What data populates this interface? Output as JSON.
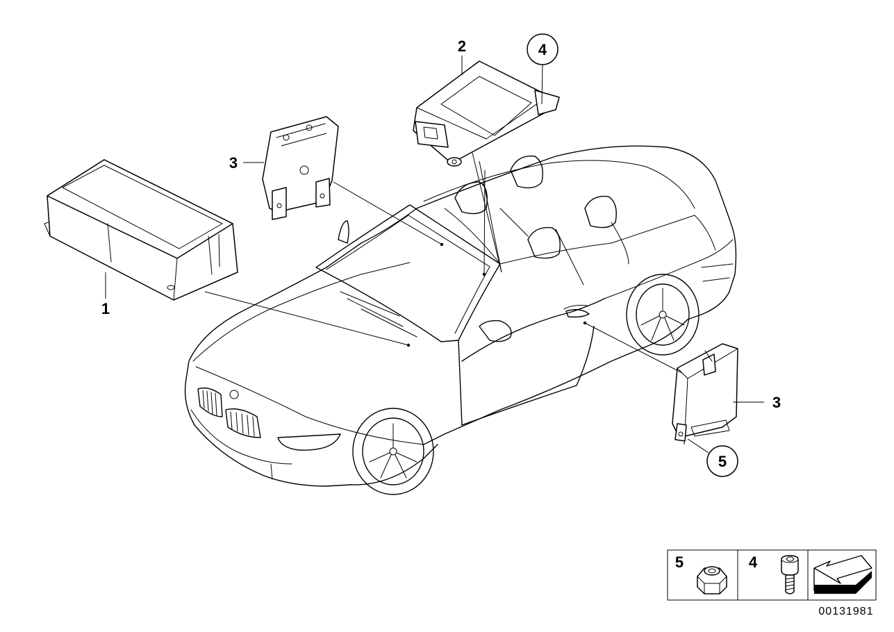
{
  "diagram": {
    "callouts": {
      "part_1": "1",
      "part_2": "2",
      "part_3_upper": "3",
      "part_3_lower": "3",
      "part_4_circled": "4",
      "part_5_circled": "5"
    },
    "legend": {
      "item_5_label": "5",
      "item_4_label": "4",
      "item_5_icon": "hex-nut-icon",
      "item_4_icon": "hex-socket-bolt-icon",
      "arrow_icon": "direction-arrow-icon"
    },
    "document_number": "00131981"
  }
}
